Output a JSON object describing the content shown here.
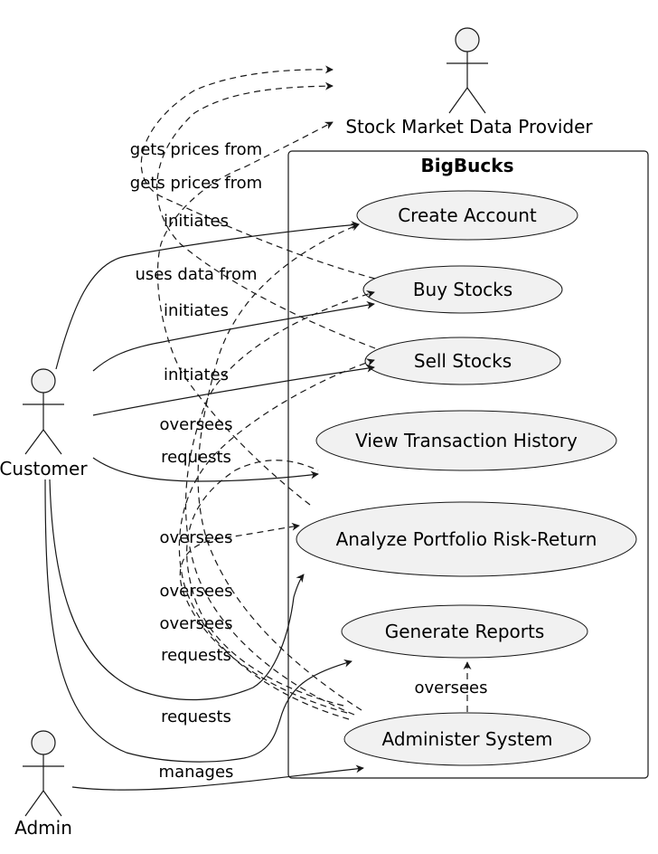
{
  "system": {
    "title": "BigBucks"
  },
  "actors": {
    "customer": "Customer",
    "admin": "Admin",
    "provider": "Stock Market Data Provider"
  },
  "use_cases": {
    "create_account": "Create Account",
    "buy_stocks": "Buy Stocks",
    "sell_stocks": "Sell Stocks",
    "view_history": "View Transaction History",
    "analyze_portfolio": "Analyze Portfolio Risk-Return",
    "generate_reports": "Generate Reports",
    "administer_system": "Administer System"
  },
  "labels": {
    "gets_prices_1": "gets prices from",
    "gets_prices_2": "gets prices from",
    "initiates_create": "initiates",
    "uses_data": "uses data from",
    "initiates_buy": "initiates",
    "initiates_sell": "initiates",
    "oversees_1": "oversees",
    "requests_1": "requests",
    "oversees_2": "oversees",
    "oversees_3": "oversees",
    "oversees_4": "oversees",
    "requests_2": "requests",
    "oversees_5": "oversees",
    "requests_3": "requests",
    "manages": "manages"
  }
}
